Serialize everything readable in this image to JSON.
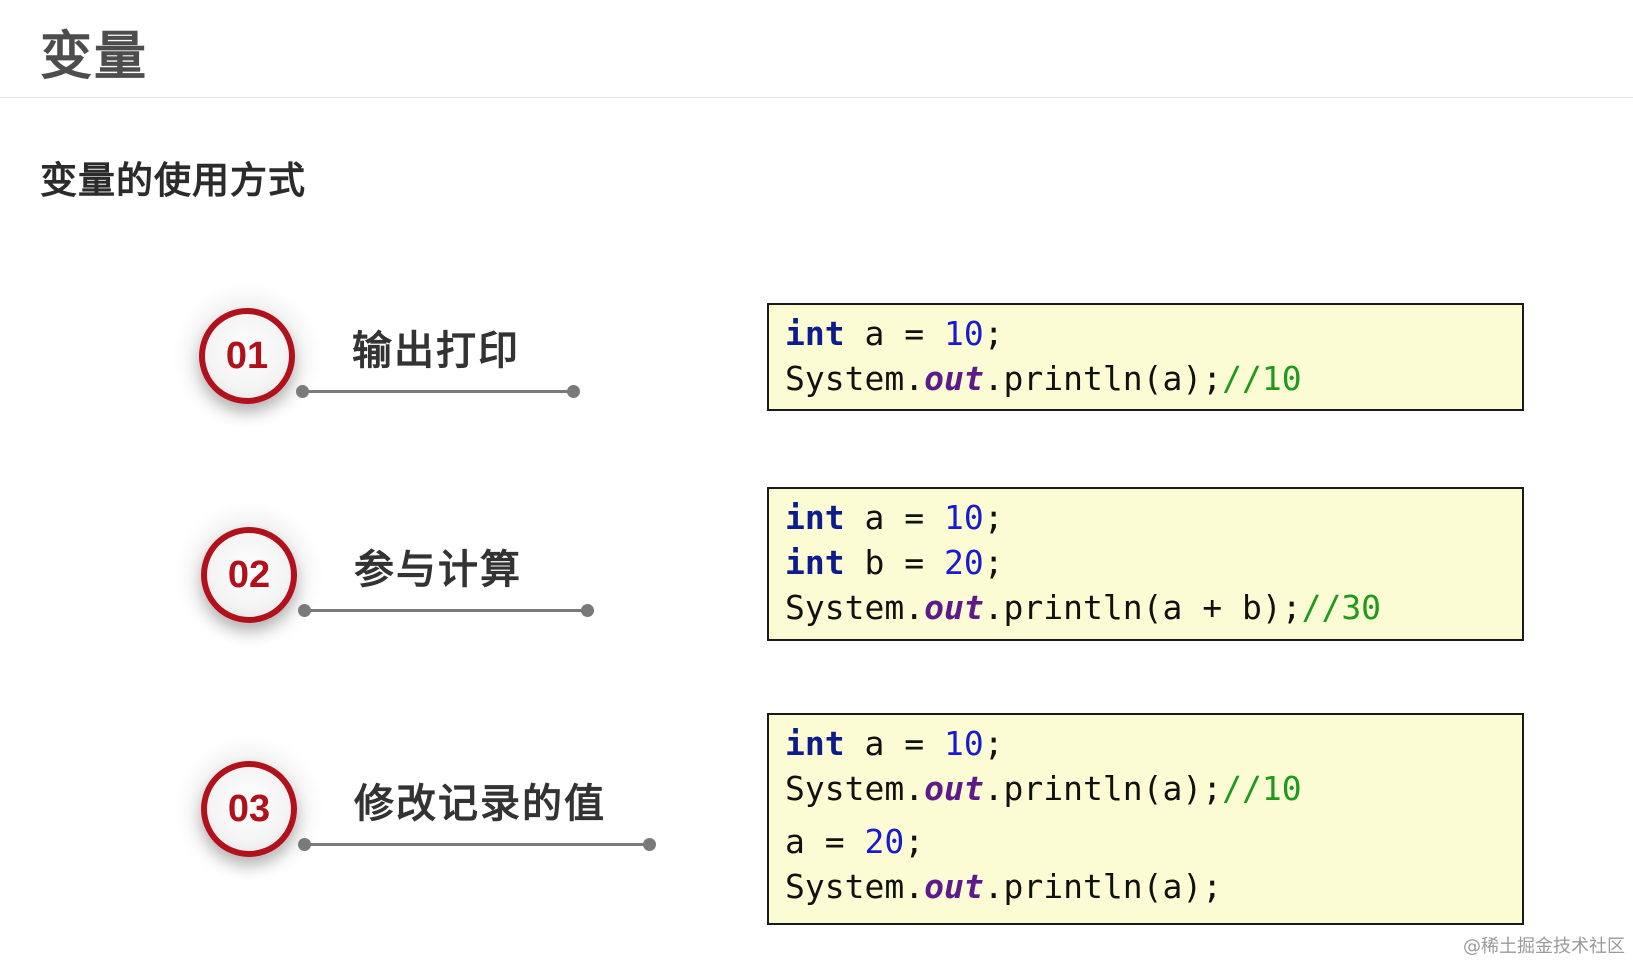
{
  "header": {
    "title": "变量"
  },
  "section": {
    "title": "变量的使用方式"
  },
  "items": [
    {
      "number": "01",
      "label": "输出打印",
      "code": [
        [
          {
            "t": "int",
            "c": "kw"
          },
          {
            "t": " a = "
          },
          {
            "t": "10",
            "c": "num"
          },
          {
            "t": ";"
          }
        ],
        [
          {
            "t": "System."
          },
          {
            "t": "out",
            "c": "fld"
          },
          {
            "t": ".println(a);"
          },
          {
            "t": "//10",
            "c": "cmt"
          }
        ]
      ]
    },
    {
      "number": "02",
      "label": "参与计算",
      "code": [
        [
          {
            "t": "int",
            "c": "kw"
          },
          {
            "t": " a = "
          },
          {
            "t": "10",
            "c": "num"
          },
          {
            "t": ";"
          }
        ],
        [
          {
            "t": "int",
            "c": "kw"
          },
          {
            "t": " b = "
          },
          {
            "t": "20",
            "c": "num"
          },
          {
            "t": ";"
          }
        ],
        [
          {
            "t": "System."
          },
          {
            "t": "out",
            "c": "fld"
          },
          {
            "t": ".println(a + b);"
          },
          {
            "t": "//30",
            "c": "cmt"
          }
        ]
      ]
    },
    {
      "number": "03",
      "label": "修改记录的值",
      "code": [
        [
          {
            "t": "int",
            "c": "kw"
          },
          {
            "t": " a = "
          },
          {
            "t": "10",
            "c": "num"
          },
          {
            "t": ";"
          }
        ],
        [
          {
            "t": "System."
          },
          {
            "t": "out",
            "c": "fld"
          },
          {
            "t": ".println(a);"
          },
          {
            "t": "//10",
            "c": "cmt"
          }
        ],
        [
          {
            "t": "a = "
          },
          {
            "t": "20",
            "c": "num"
          },
          {
            "t": ";"
          }
        ],
        [
          {
            "t": "System."
          },
          {
            "t": "out",
            "c": "fld"
          },
          {
            "t": ".println(a);"
          }
        ]
      ]
    }
  ],
  "colors": {
    "accent": "#b0111a",
    "code_bg": "#fcfcd4",
    "keyword": "#0c1c8a",
    "number": "#1a1ad0",
    "comment": "#1f9a1f",
    "field": "#5c1a8a"
  },
  "watermark": "@稀土掘金技术社区"
}
